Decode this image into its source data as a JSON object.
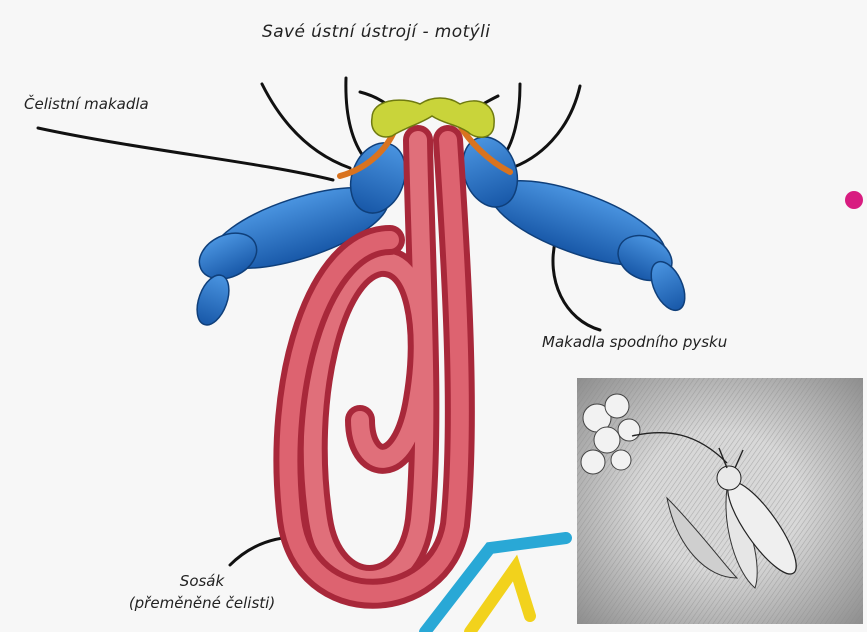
{
  "title": "Savé ústní ústrojí - motýli",
  "labels": {
    "maxillary_palps": "Čelistní makadla",
    "labial_palps": "Makadla spodního pysku",
    "proboscis_line1": "Sosák",
    "proboscis_line2": "(přeměněné čelisti)"
  },
  "colors": {
    "background": "#f7f7f7",
    "palps": "#1f6fc4",
    "proboscis": "#c9434f",
    "head_sclerite": "#c9d43a",
    "joint": "#d9731f",
    "straw_blue": "#29a8d6",
    "straw_yellow": "#f2d21c",
    "bullet": "#d81c80"
  },
  "illustration": {
    "inset_subject": "hawk-moth-feeding-on-flower",
    "style": "pencil-sketch"
  }
}
